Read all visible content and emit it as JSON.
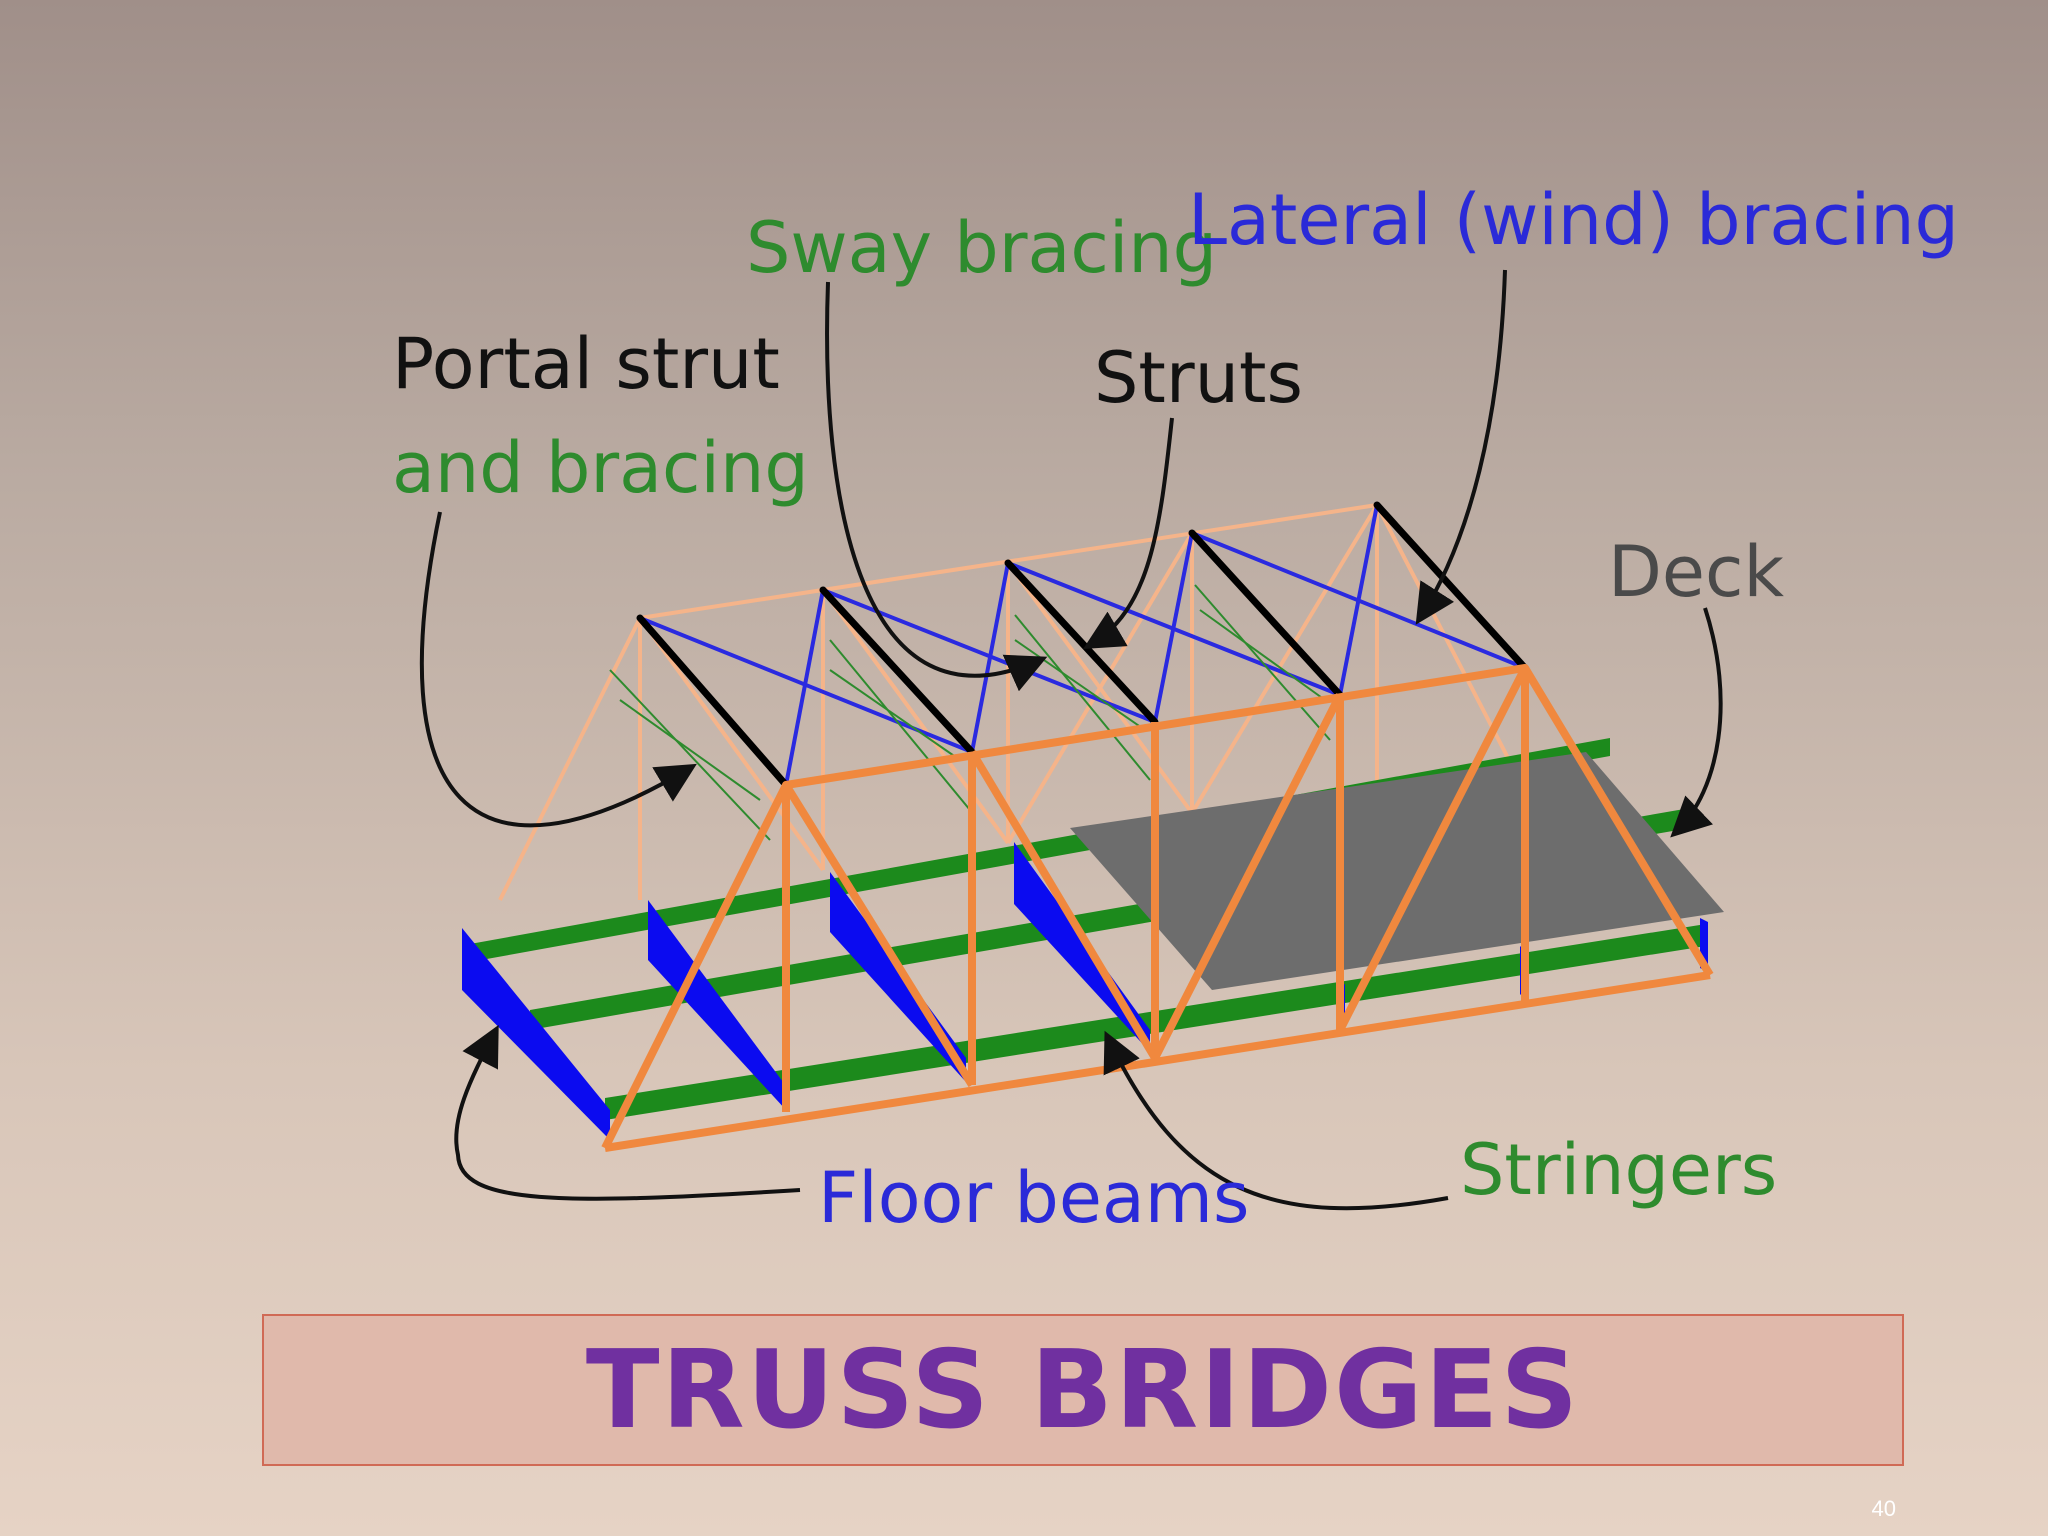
{
  "title": "TRUSS BRIDGES",
  "page_number": "40",
  "labels": {
    "portal_strut": "Portal strut",
    "and_bracing": "and bracing",
    "sway_bracing": "Sway bracing",
    "lateral_bracing": "Lateral (wind) bracing",
    "struts": "Struts",
    "deck": "Deck",
    "floor_beams": "Floor beams",
    "stringers": "Stringers"
  },
  "colors": {
    "truss": "#f0883e",
    "truss_far": "#f5b48a",
    "floor_beam": "#0b0bf0",
    "stringer": "#1c8a1c",
    "deck": "#6d6d6d",
    "lateral_bracing": "#2a2ae0",
    "sway_bracing": "#2e8b2e",
    "strut": "#000000",
    "label_black": "#111111",
    "label_green": "#2e8b2e",
    "label_blue": "#2a2ad8",
    "label_gray": "#4a4a4a",
    "title": "#7030a0"
  }
}
